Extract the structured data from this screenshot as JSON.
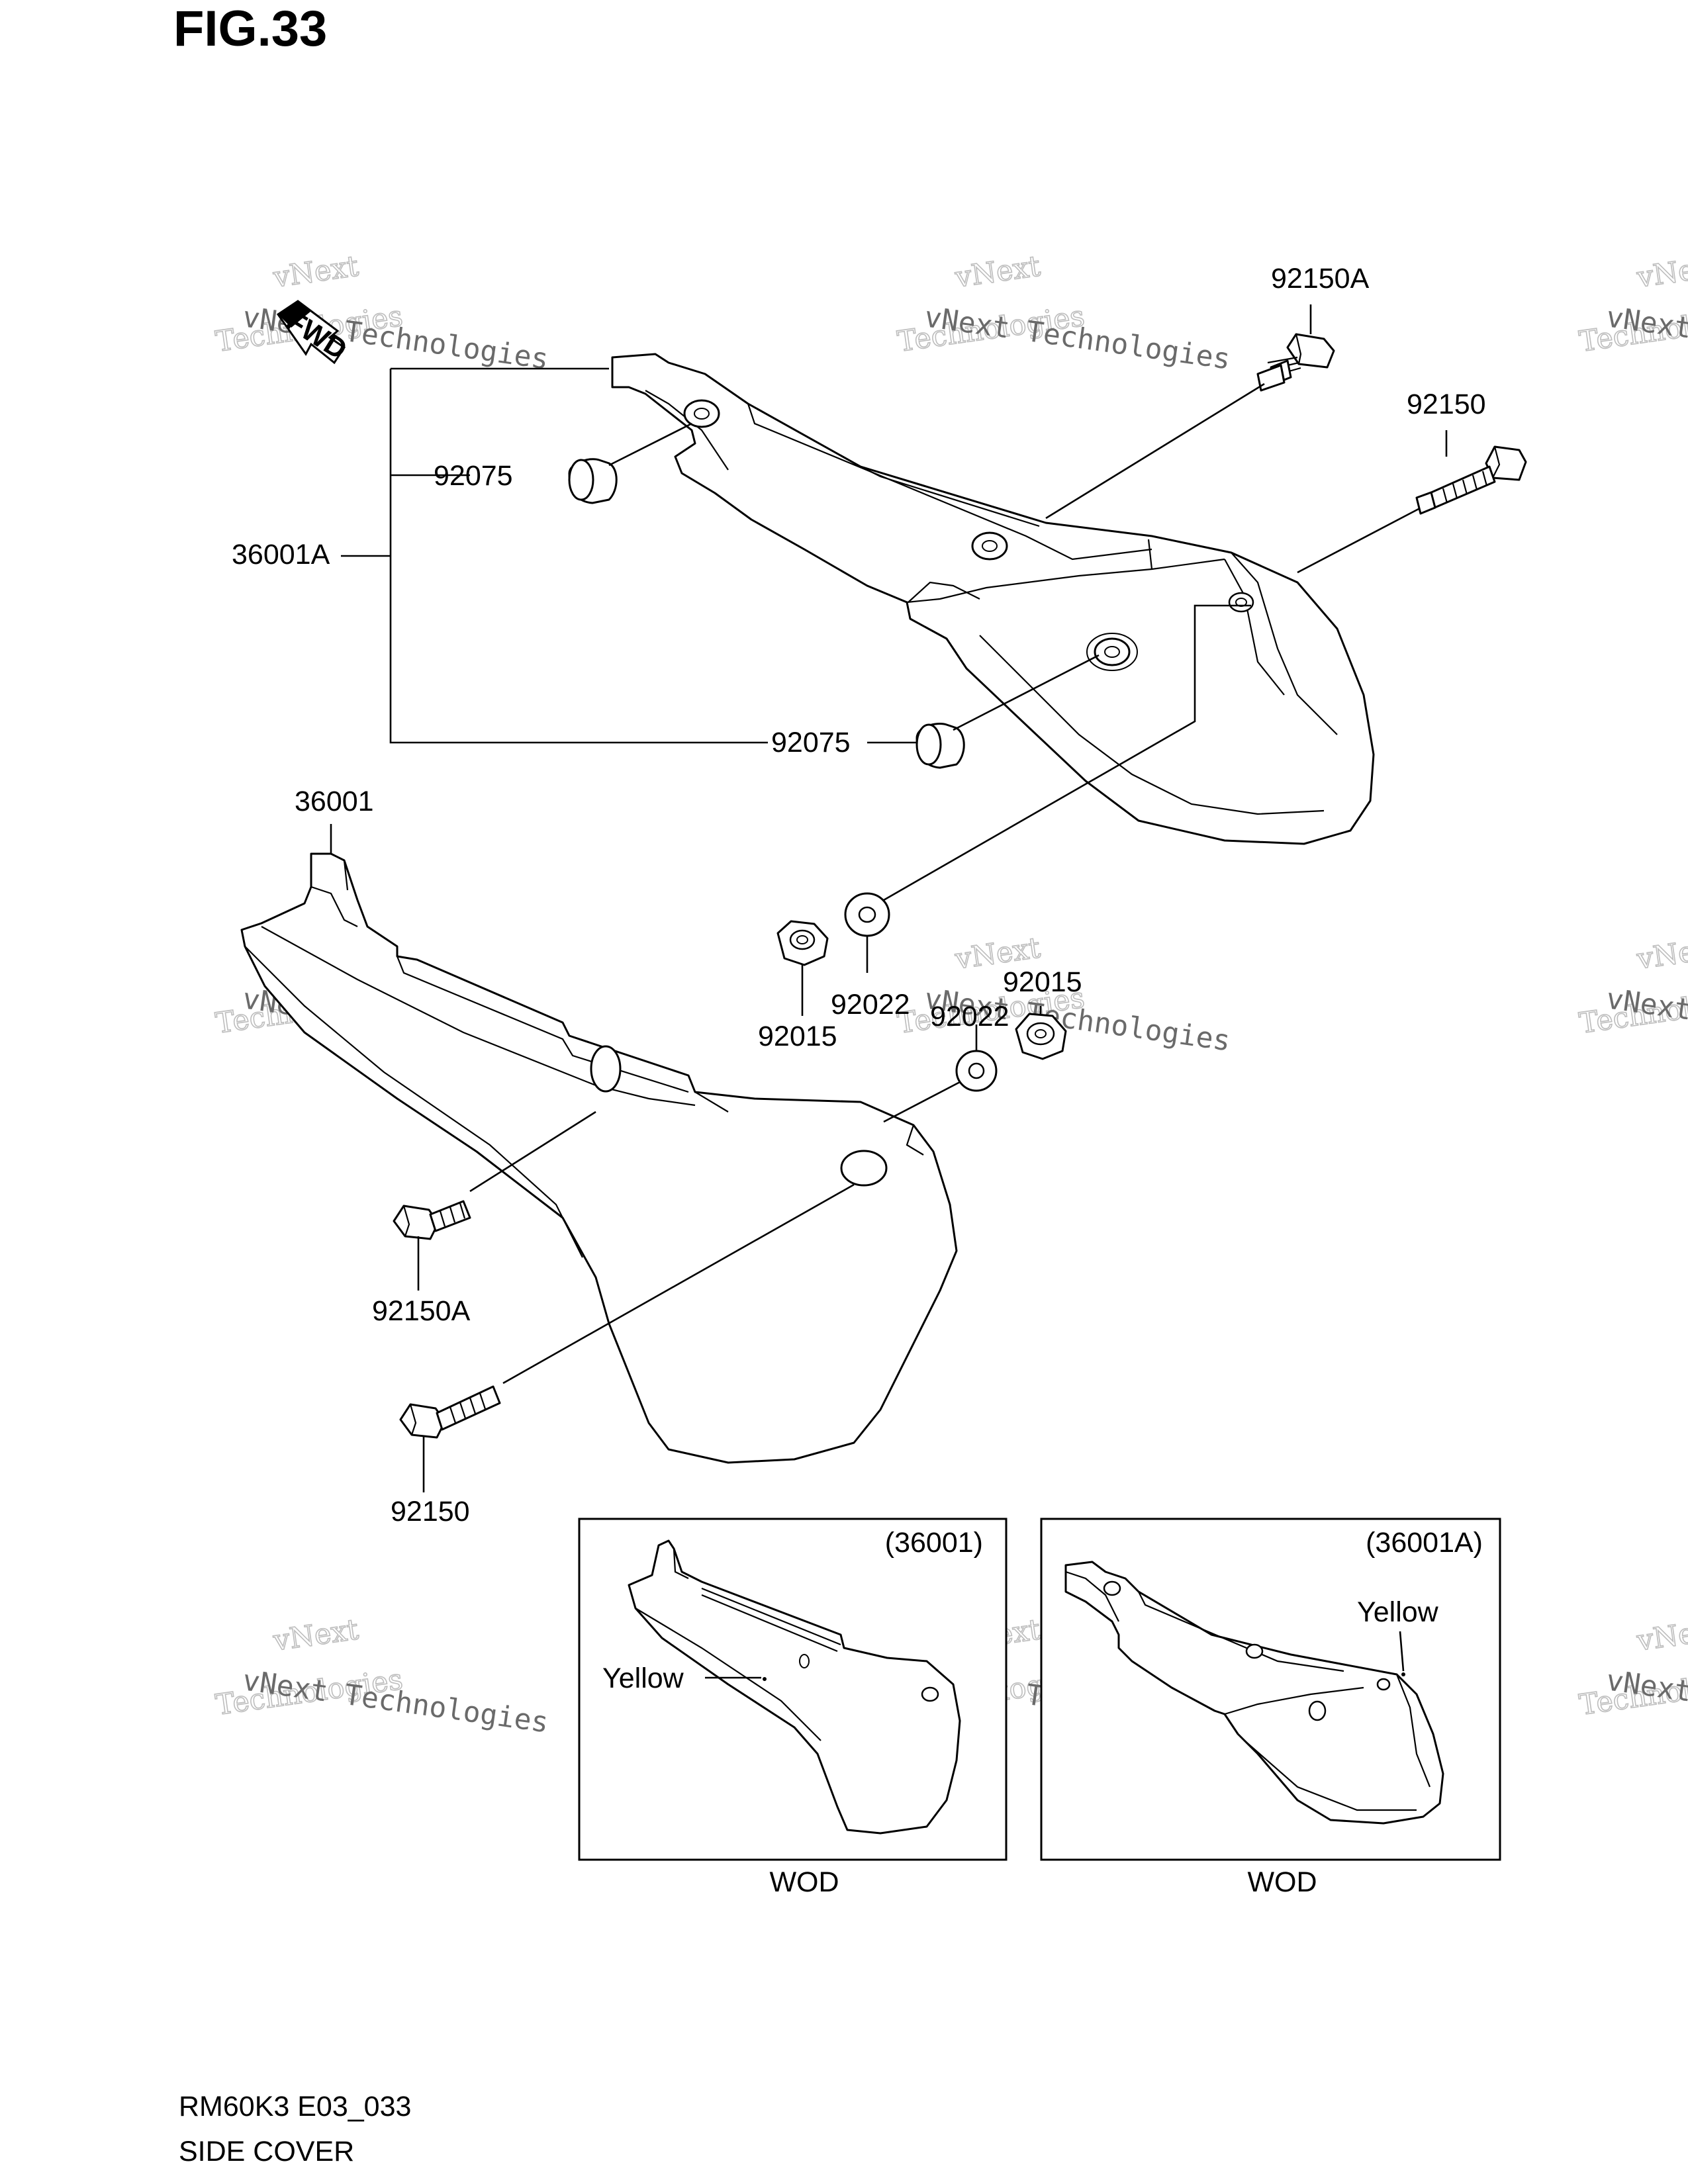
{
  "figure": {
    "title": "FIG.33"
  },
  "footer": {
    "model_code": "RM60K3 E03_033",
    "section_title": "SIDE COVER"
  },
  "watermark": {
    "line1": "vNext",
    "line2": "Technologies",
    "small": "vNext Technologies"
  },
  "fwd_label": "FWD",
  "callouts": {
    "c92150A_top": "92150A",
    "c92150_top": "92150",
    "c92075_a": "92075",
    "c36001A": "36001A",
    "c92075_b": "92075",
    "c36001": "36001",
    "c92022_a": "92022",
    "c92015_a": "92015",
    "c92015_b": "92015",
    "c92022_b": "92022",
    "c92150A_bottom": "92150A",
    "c92150_bottom": "92150"
  },
  "insets": [
    {
      "ref": "(36001)",
      "color_label": "Yellow",
      "caption": "WOD"
    },
    {
      "ref": "(36001A)",
      "color_label": "Yellow",
      "caption": "WOD"
    }
  ],
  "colors": {
    "line": "#000000",
    "background": "#ffffff",
    "watermark": "#bdbdbd"
  }
}
